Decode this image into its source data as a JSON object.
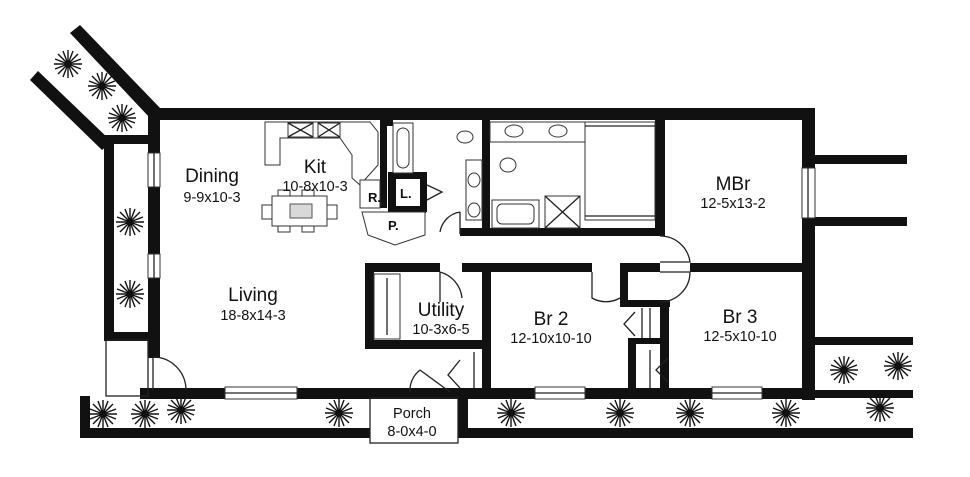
{
  "rooms": {
    "dining": {
      "name": "Dining",
      "dims": "9-9x10-3"
    },
    "kit": {
      "name": "Kit",
      "dims": "10-8x10-3"
    },
    "mbr": {
      "name": "MBr",
      "dims": "12-5x13-2"
    },
    "living": {
      "name": "Living",
      "dims": "18-8x14-3"
    },
    "utility": {
      "name": "Utility",
      "dims": "10-3x6-5"
    },
    "br2": {
      "name": "Br 2",
      "dims": "12-10x10-10"
    },
    "br3": {
      "name": "Br 3",
      "dims": "12-5x10-10"
    },
    "porch": {
      "name": "Porch",
      "dims": "8-0x4-0"
    }
  },
  "fixtures": {
    "refrigerator": "R.",
    "laundry": "L.",
    "pantry": "P."
  }
}
